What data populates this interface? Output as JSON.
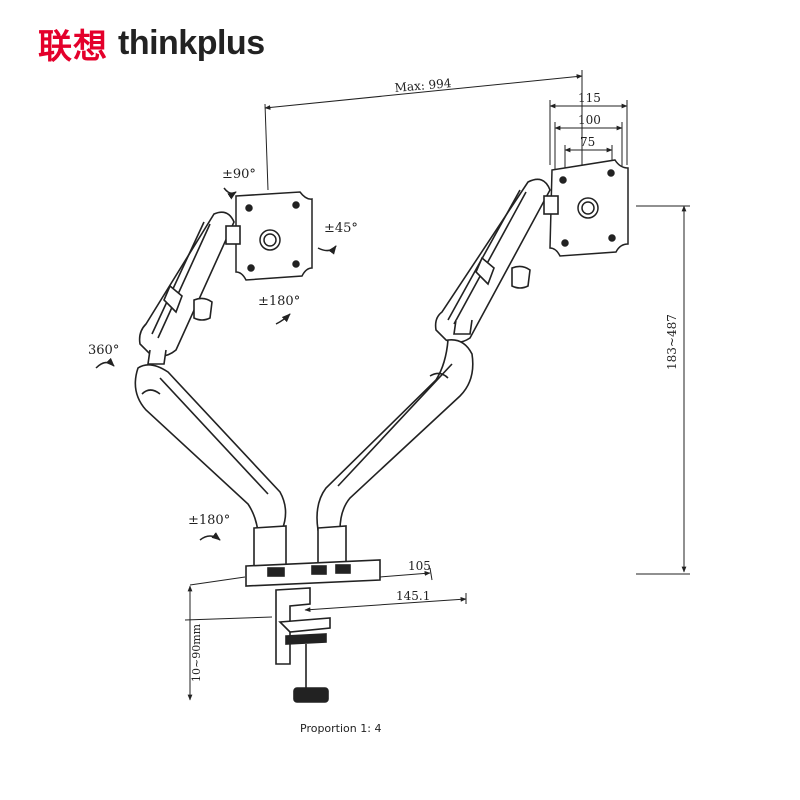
{
  "brand": {
    "name_cn": "联想",
    "name_en": "thinkplus"
  },
  "colors": {
    "brand_red": "#e4002b",
    "line": "#222222"
  },
  "dimensions": {
    "max_reach": "Max: 994",
    "vesa_115": "115",
    "vesa_100": "100",
    "vesa_75": "75",
    "height_range": "183~487",
    "base_105": "105",
    "base_145": "145.1",
    "clamp_range": "10~90mm"
  },
  "rotations": {
    "tilt_90": "±90°",
    "tilt_45": "±45°",
    "swivel_180_top": "±180°",
    "rotate_360": "360°",
    "swivel_180_bottom": "±180°"
  },
  "proportion": "Proportion 1: 4"
}
